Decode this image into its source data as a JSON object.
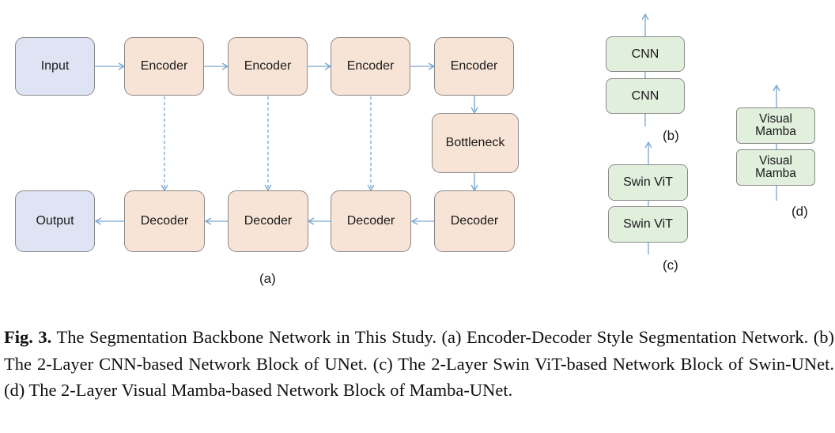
{
  "diagram_a": {
    "input": "Input",
    "output": "Output",
    "encoders": [
      "Encoder",
      "Encoder",
      "Encoder",
      "Encoder"
    ],
    "bottleneck": "Bottleneck",
    "decoders": [
      "Decoder",
      "Decoder",
      "Decoder",
      "Decoder"
    ],
    "label": "(a)"
  },
  "diagram_b": {
    "blocks": [
      "CNN",
      "CNN"
    ],
    "label": "(b)"
  },
  "diagram_c": {
    "blocks": [
      "Swin ViT",
      "Swin ViT"
    ],
    "label": "(c)"
  },
  "diagram_d": {
    "blocks": [
      "Visual Mamba",
      "Visual Mamba"
    ],
    "label": "(d)"
  },
  "caption": {
    "lead": "Fig. 3.",
    "text": "The Segmentation Backbone Network in This Study. (a) Encoder-Decoder Style Segmentation Network. (b) The 2-Layer CNN-based Network Block of UNet. (c) The 2-Layer Swin ViT-based Network Block of Swin-UNet. (d) The 2-Layer Visual Mamba-based Network Block of Mamba-UNet."
  },
  "colors": {
    "io_fill": "#dfe4f4",
    "encoder_fill": "#f8e4d6",
    "block_fill": "#e1efdd",
    "arrow": "#7aa6cf"
  }
}
